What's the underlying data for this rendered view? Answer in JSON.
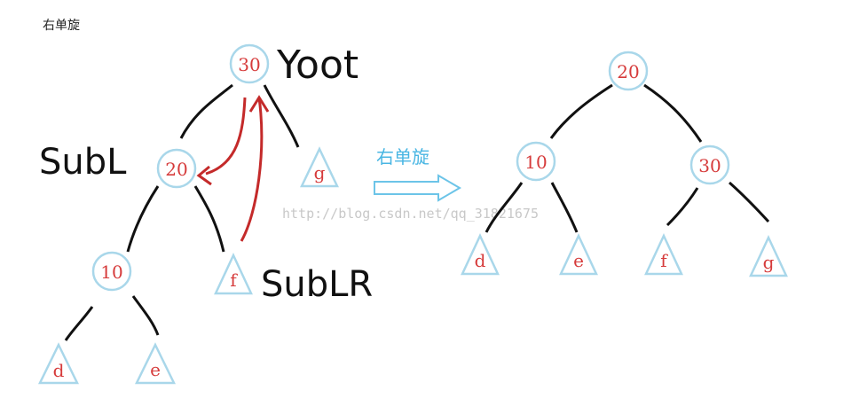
{
  "title": "右单旋",
  "colors": {
    "node_stroke": "#a9d7ea",
    "node_text": "#d63b3b",
    "edge": "#111111",
    "arrow_red": "#c42a2a",
    "rotate_arrow": "#6cc4e8",
    "rotate_label": "#49b6e3",
    "watermark": "#c8c8c8"
  },
  "before": {
    "nodes": {
      "root": "30",
      "subl": "20",
      "left_of_subl": "10"
    },
    "leaves": {
      "g": "g",
      "f": "f",
      "d": "d",
      "e": "e"
    },
    "hand_labels": {
      "root": "Yoot",
      "subl": "SubL",
      "sublr": "SubLR"
    }
  },
  "rotation": {
    "label": "右单旋",
    "arrow_icon": "right-arrow-icon"
  },
  "after": {
    "nodes": {
      "root": "20",
      "left": "10",
      "right": "30"
    },
    "leaves": {
      "d": "d",
      "e": "e",
      "f": "f",
      "g": "g"
    }
  },
  "watermark": "http://blog.csdn.net/qq_31821675"
}
